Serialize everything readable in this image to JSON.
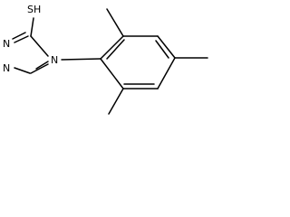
{
  "molecule": {
    "atoms": {
      "thiol": "SH",
      "n1": "N",
      "n2": "N",
      "n4": "N"
    },
    "colors": {
      "bond": "#000000",
      "label": "#000000",
      "background": "#ffffff"
    }
  }
}
